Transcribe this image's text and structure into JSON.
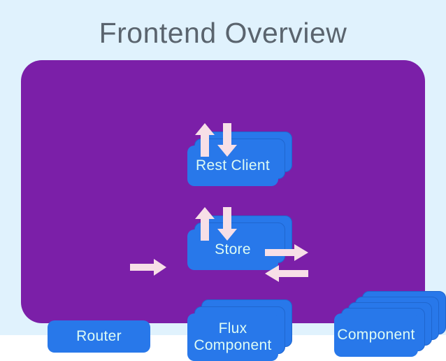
{
  "slide": {
    "title": "Frontend Overview",
    "background_color": "#e0f2fd",
    "title_color": "#5a646e",
    "panel_color": "#7b1fa8",
    "node_color": "#2878ea",
    "node_text_color": "#ddfbf4",
    "arrow_color": "#f7dfe7"
  },
  "diagram": {
    "type": "flow-diagram",
    "nodes": [
      {
        "id": "rest-client",
        "label": "Rest Client",
        "stack_count": 3
      },
      {
        "id": "store",
        "label": "Store",
        "stack_count": 3
      },
      {
        "id": "flux",
        "label_line1": "Flux",
        "label_line2": "Component",
        "stack_count": 3
      },
      {
        "id": "component",
        "label": "Component",
        "stack_count": 5
      },
      {
        "id": "router",
        "label": "Router",
        "stack_count": 1
      }
    ],
    "edges": [
      {
        "from": "store",
        "to": "rest-client",
        "direction": "up"
      },
      {
        "from": "rest-client",
        "to": "store",
        "direction": "down"
      },
      {
        "from": "flux",
        "to": "store",
        "direction": "up"
      },
      {
        "from": "store",
        "to": "flux",
        "direction": "down"
      },
      {
        "from": "router",
        "to": "flux",
        "direction": "right"
      },
      {
        "from": "flux",
        "to": "component",
        "direction": "right"
      },
      {
        "from": "component",
        "to": "flux",
        "direction": "left"
      }
    ]
  }
}
